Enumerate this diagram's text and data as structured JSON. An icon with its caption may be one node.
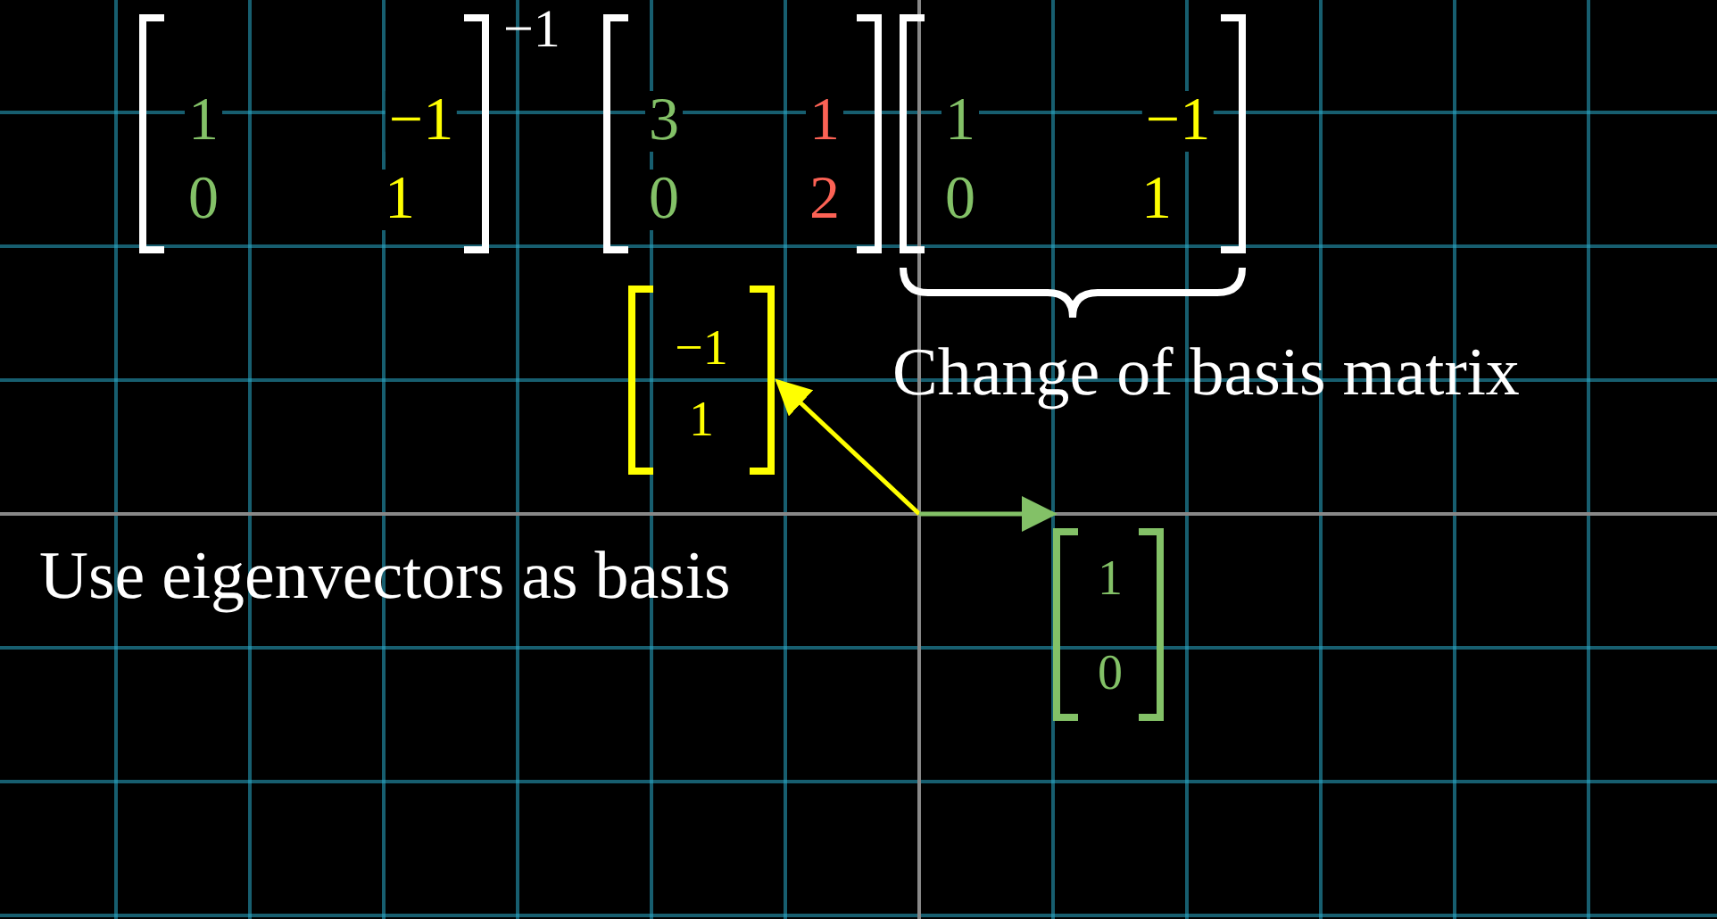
{
  "diagram": {
    "nodes": [
      {
        "text": [
          "1",
          "−1",
          "0",
          "1"
        ],
        "beside": [
          "−1"
        ]
      },
      {
        "text": [
          "3",
          "1",
          "0",
          "2"
        ]
      },
      {
        "text": [
          "1",
          "−1",
          "0",
          "1"
        ],
        "beside": [
          "Change of basis matrix"
        ]
      },
      {
        "text": [
          "−1",
          "1"
        ]
      },
      {
        "text": [
          "1",
          "0"
        ]
      }
    ],
    "edges": [
      {
        "from": null,
        "to": 3,
        "arrow": "to",
        "color": "#ffff00"
      },
      {
        "from": null,
        "to": 4,
        "arrow": "to",
        "color": "#83c167"
      }
    ],
    "labels": [
      "Use eigenvectors as basis"
    ]
  }
}
